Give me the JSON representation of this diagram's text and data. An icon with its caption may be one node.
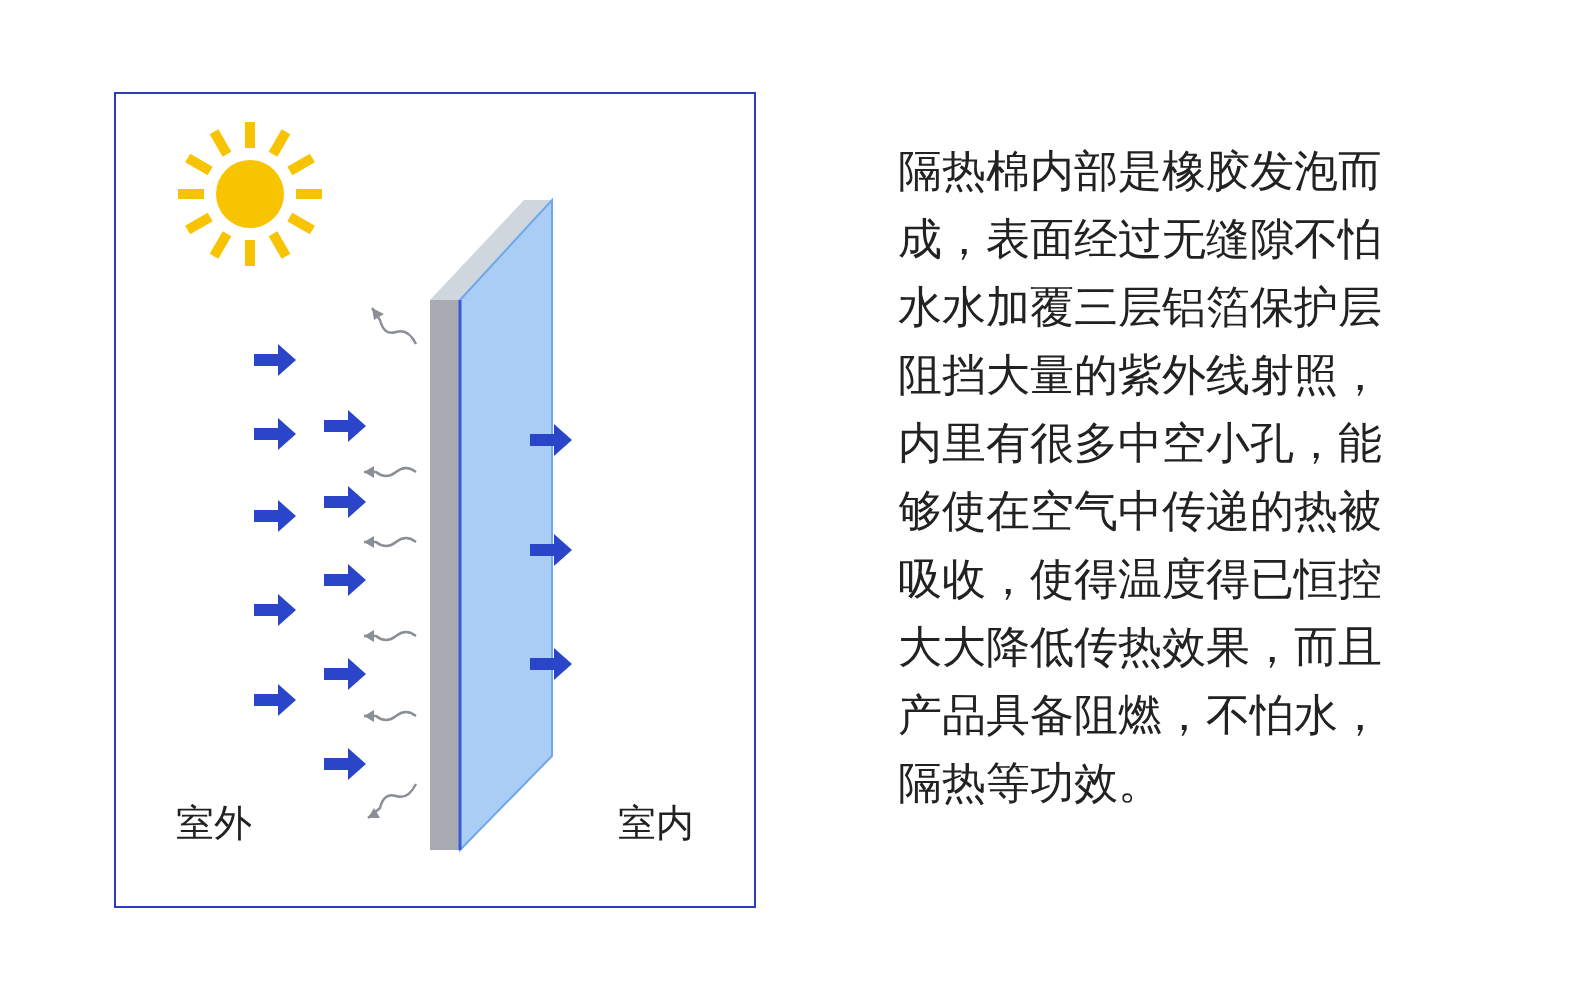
{
  "diagram": {
    "nodes": [
      {
        "text": [
          "室外",
          "室内"
        ]
      }
    ],
    "labels": [
      "隔热棉内部是橡胶发泡而成，表面经过无缝隙不怕水水加覆三层铝箔保护层阻挡大量的紫外线射照，内里有很多中空小孔，能够使在空气中传递的热被吸收，使得温度得已恒控大大降低传热效果，而且产品具备阻燃，不怕水，隔热等功效。"
    ]
  }
}
